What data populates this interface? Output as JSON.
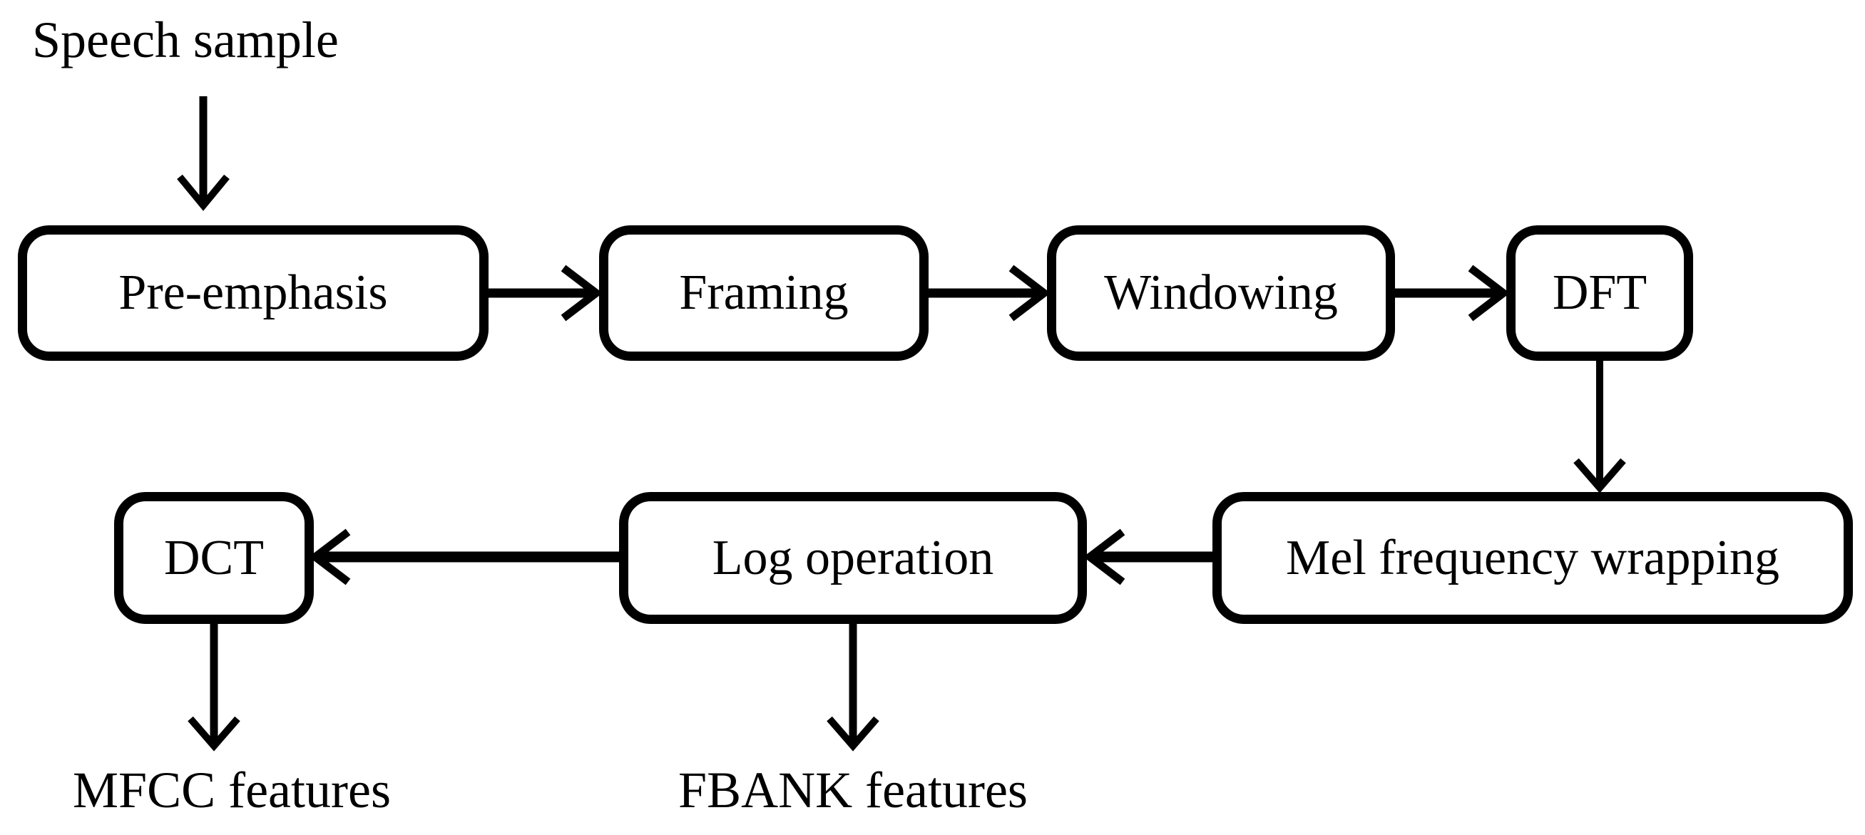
{
  "diagram": {
    "source_label": "Speech sample",
    "nodes": [
      {
        "id": "pre_emphasis",
        "label": "Pre-emphasis"
      },
      {
        "id": "framing",
        "label": "Framing"
      },
      {
        "id": "windowing",
        "label": "Windowing"
      },
      {
        "id": "dft",
        "label": "DFT"
      },
      {
        "id": "mel_frequency_wrapping",
        "label": "Mel frequency wrapping"
      },
      {
        "id": "log_operation",
        "label": "Log operation"
      },
      {
        "id": "dct",
        "label": "DCT"
      }
    ],
    "outputs": [
      {
        "id": "mfcc_features",
        "label": "MFCC features"
      },
      {
        "id": "fbank_features",
        "label": "FBANK features"
      }
    ],
    "edges": [
      {
        "from": "speech_sample",
        "to": "pre_emphasis"
      },
      {
        "from": "pre_emphasis",
        "to": "framing"
      },
      {
        "from": "framing",
        "to": "windowing"
      },
      {
        "from": "windowing",
        "to": "dft"
      },
      {
        "from": "dft",
        "to": "mel_frequency_wrapping"
      },
      {
        "from": "mel_frequency_wrapping",
        "to": "log_operation"
      },
      {
        "from": "log_operation",
        "to": "dct"
      },
      {
        "from": "dct",
        "to": "mfcc_features"
      },
      {
        "from": "log_operation",
        "to": "fbank_features"
      }
    ],
    "colors": {
      "stroke": "#000000",
      "background": "#ffffff",
      "text": "#000000"
    }
  }
}
